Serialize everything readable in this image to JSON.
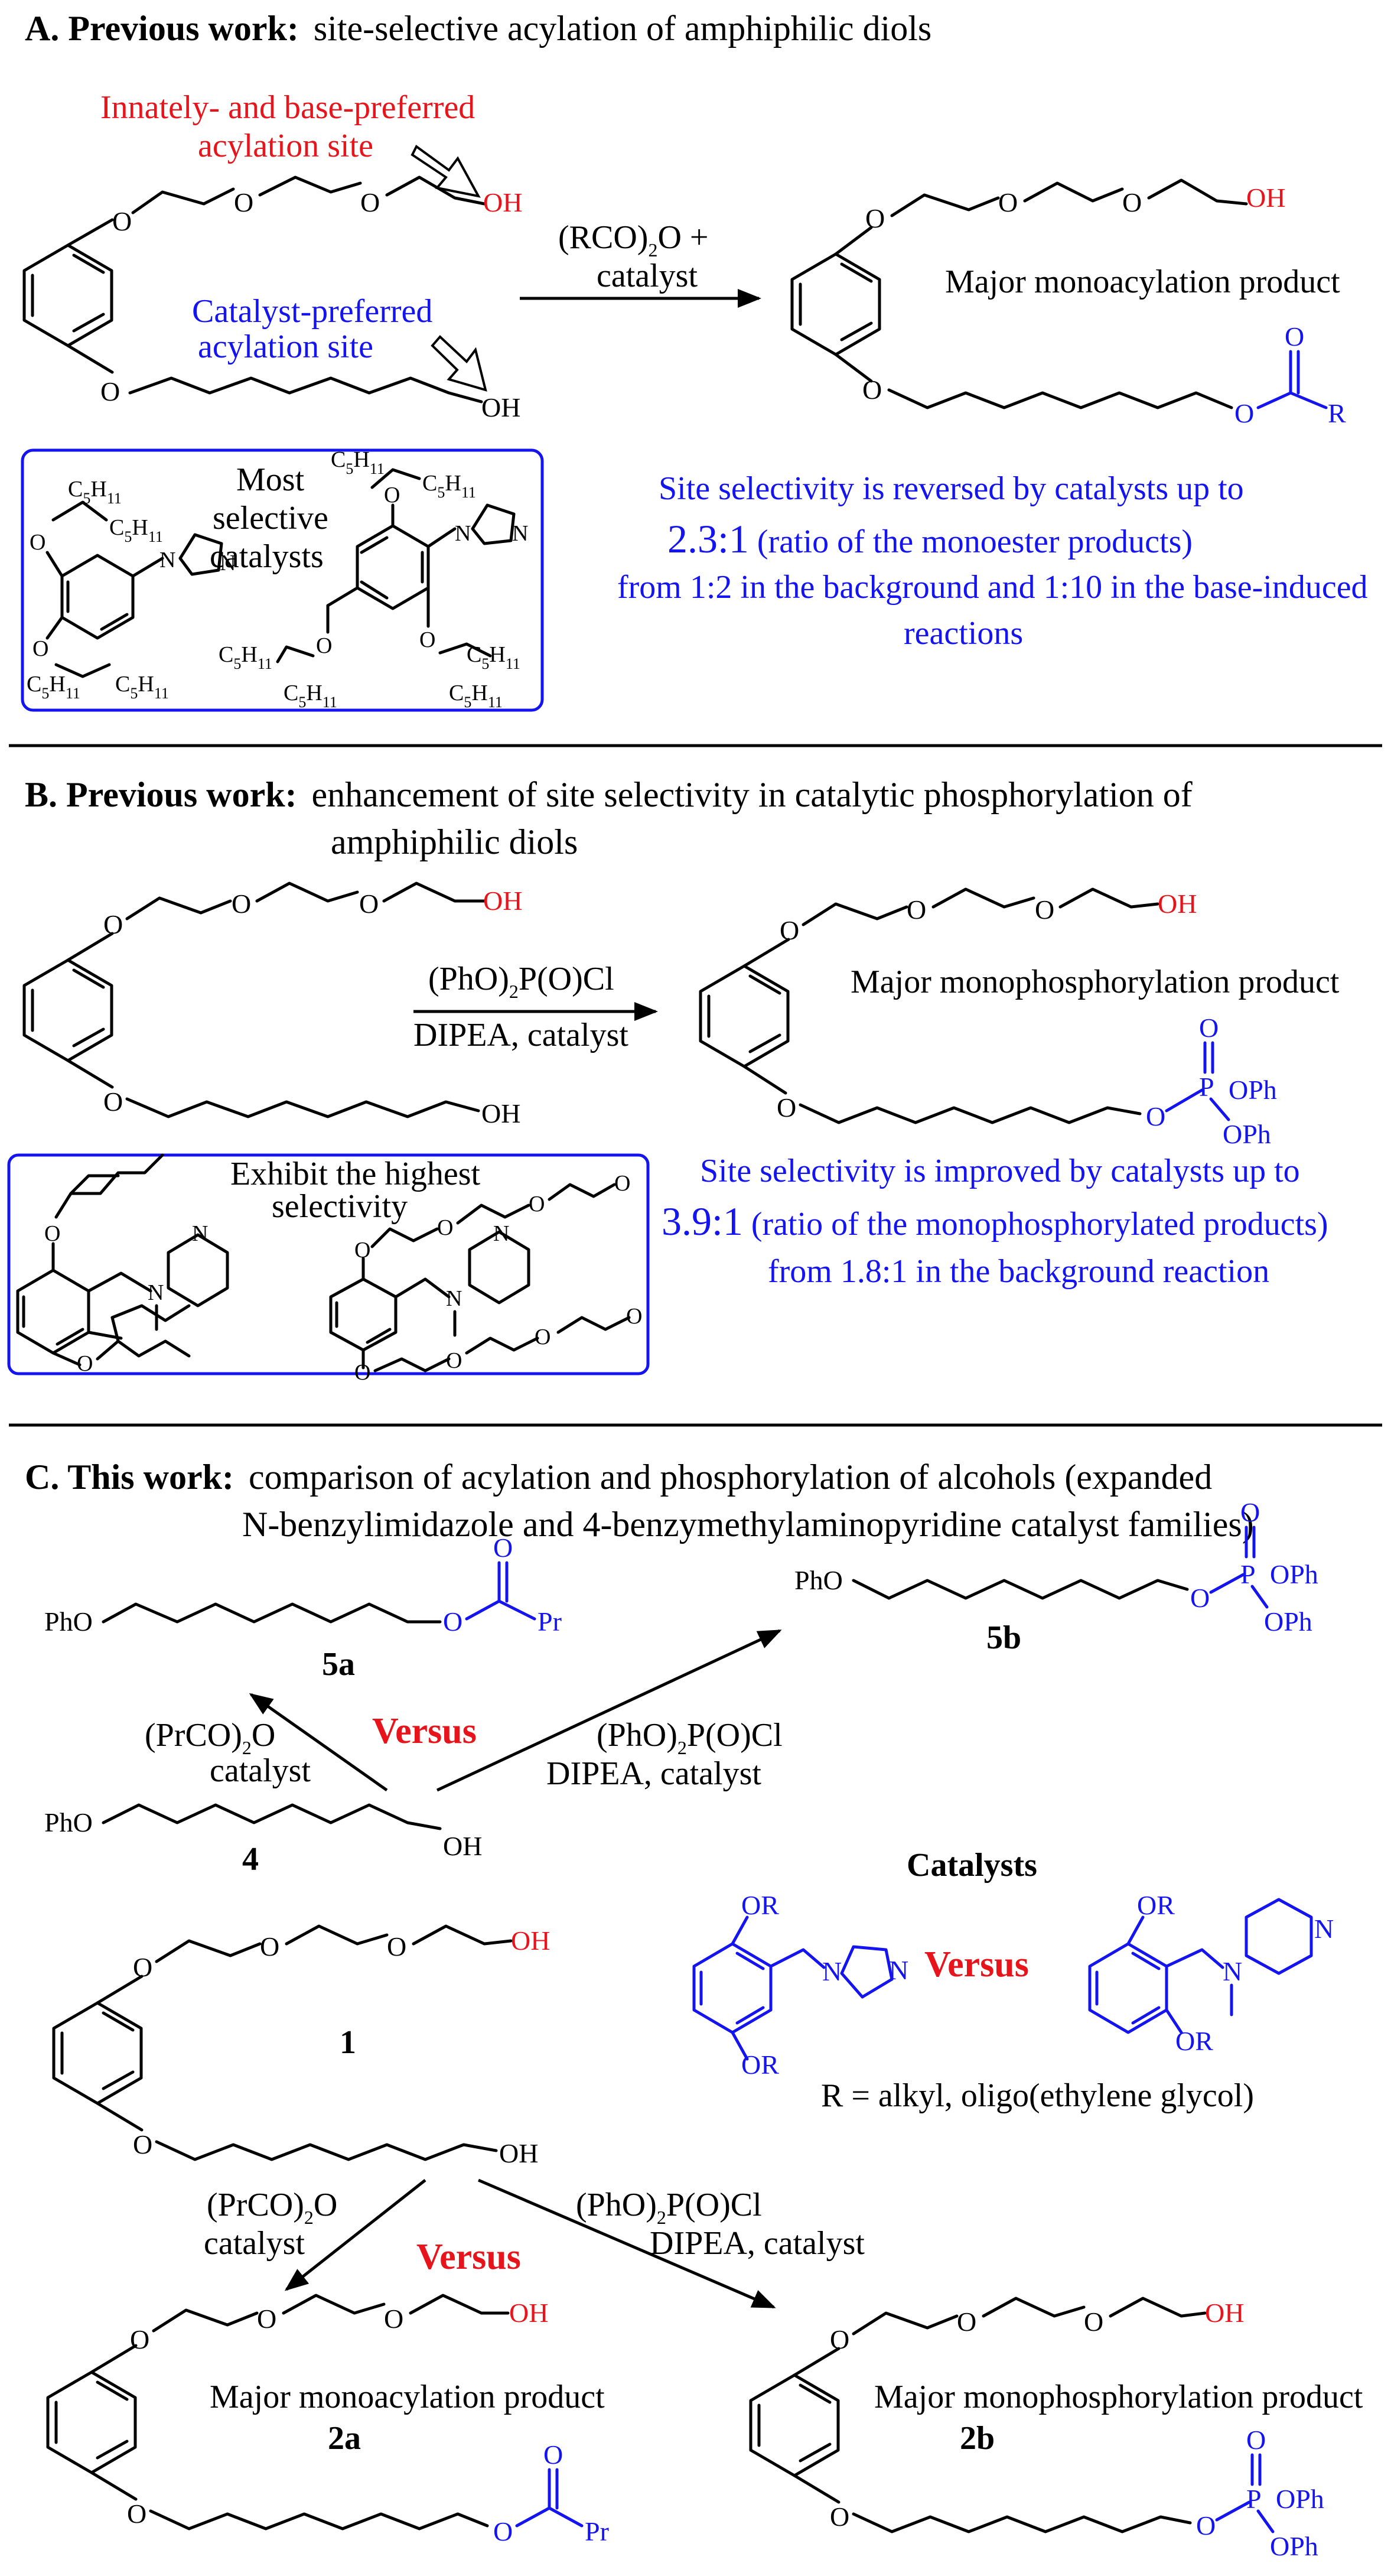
{
  "sectionA": {
    "label": "A. Previous work:",
    "title": "site-selective acylation of amphiphilic diols",
    "innate_note_1": "Innately- and base-preferred",
    "innate_note_2": "acylation site",
    "catalyst_note_1": "Catalyst-preferred",
    "catalyst_note_2": "acylation site",
    "reagent_1": "(RCO)",
    "reagent_1_sub": "2",
    "reagent_1_tail": "O +",
    "reagent_2": "catalyst",
    "product_label": "Major monoacylation product",
    "box_title_1": "Most",
    "box_title_2": "selective",
    "box_title_3": "catalysts",
    "result_1": "Site selectivity is reversed by catalysts up to",
    "result_2a": "2.3:1",
    "result_2b": "(ratio of the monoester products)",
    "result_3": "from 1:2 in the background  and 1:10 in the base-induced",
    "result_4": "reactions"
  },
  "sectionB": {
    "label": "B. Previous work:",
    "title_1": "enhancement of site selectivity in catalytic phosphorylation of",
    "title_2": "amphiphilic diols",
    "reagent_1": "(PhO)",
    "reagent_1_sub": "2",
    "reagent_1_tail": "P(O)Cl",
    "reagent_2": "DIPEA, catalyst",
    "product_label": "Major monophosphorylation product",
    "box_title_1": "Exhibit the highest",
    "box_title_2": "selectivity",
    "result_1": "Site selectivity is improved by catalysts  up to",
    "result_2a": "3.9:1",
    "result_2b": "(ratio of the monophosphorylated products)",
    "result_3": "from 1.8:1 in the background reaction"
  },
  "sectionC": {
    "label": "C. This work:",
    "title_1": "comparison of acylation and phosphorylation of alcohols (expanded",
    "title_2": "N-benzylimidazole and 4-benzymethylaminopyridine catalyst families)",
    "versus": "Versus",
    "acyl_reagent_1": "(PrCO)",
    "acyl_reagent_sub": "2",
    "acyl_reagent_tail": "O",
    "acyl_reagent_2": "catalyst",
    "phos_reagent_1": "(PhO)",
    "phos_reagent_sub": "2",
    "phos_reagent_tail": "P(O)Cl",
    "phos_reagent_2": "DIPEA, catalyst",
    "cmpd_4": "4",
    "cmpd_5a": "5a",
    "cmpd_5b": "5b",
    "cmpd_1": "1",
    "cmpd_2a": "2a",
    "cmpd_2b": "2b",
    "catalysts_title": "Catalysts",
    "r_definition": "R = alkyl, oligo(ethylene glycol)",
    "product_acyl": "Major monoacylation product",
    "product_phos": "Major monophosphorylation product"
  },
  "atoms": {
    "OH": "OH",
    "O": "O",
    "R": "R",
    "Pr": "Pr",
    "P": "P",
    "OPh": "OPh",
    "PhO": "PhO",
    "N": "N",
    "OR": "OR",
    "C5H": "C",
    "C5sub": "5",
    "H11": "H",
    "H11sub": "11"
  },
  "colors": {
    "red": "#e8141b",
    "blue": "#1414f0",
    "black": "#000000"
  }
}
